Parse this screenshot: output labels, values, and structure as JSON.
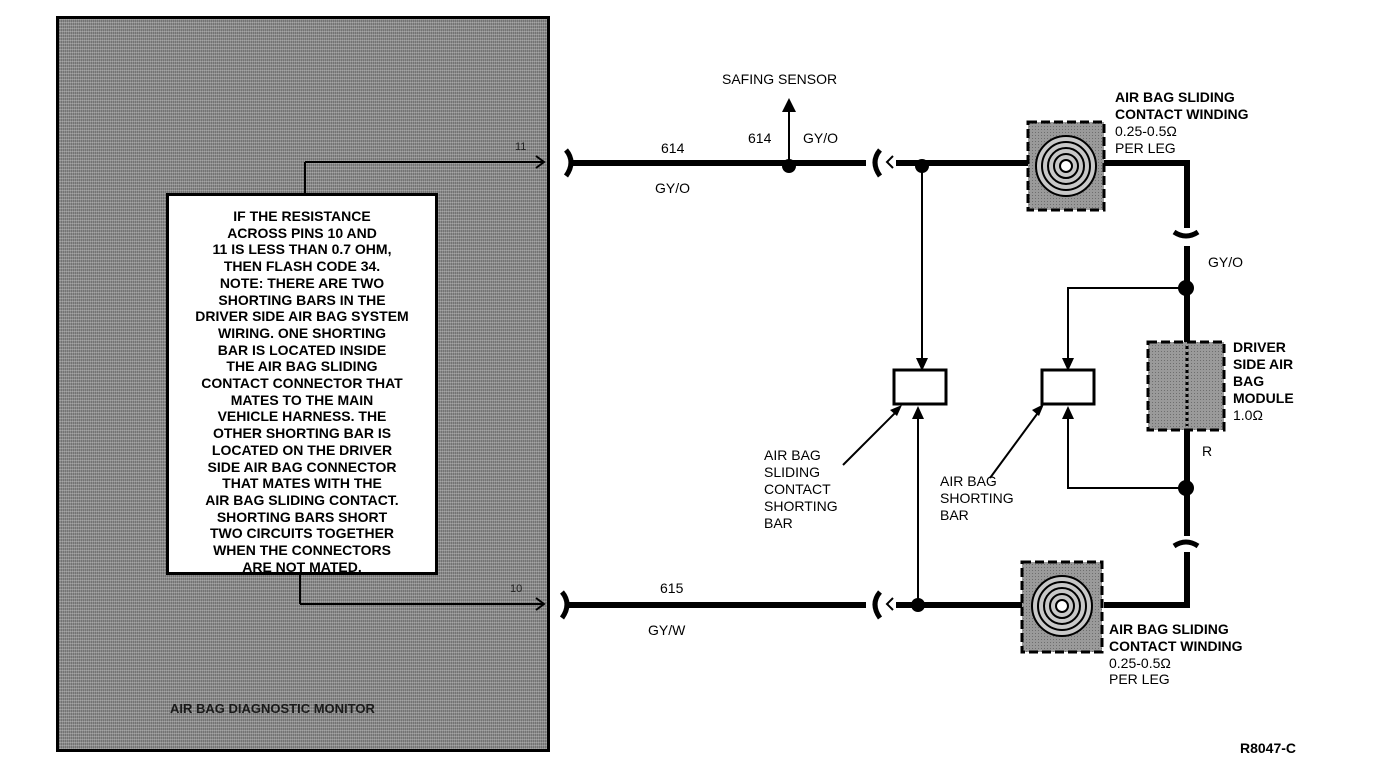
{
  "monitor": {
    "label": "AIR BAG DIAGNOSTIC MONITOR",
    "pin_top": "11",
    "pin_bottom": "10",
    "note_lines": [
      "IF THE RESISTANCE",
      "ACROSS PINS 10 AND",
      "11 IS LESS THAN 0.7 OHM,",
      "THEN FLASH CODE 34.",
      "NOTE: THERE ARE TWO",
      "SHORTING BARS IN THE",
      "DRIVER SIDE AIR BAG SYSTEM",
      "WIRING. ONE SHORTING",
      "BAR IS LOCATED INSIDE",
      "THE AIR BAG SLIDING",
      "CONTACT CONNECTOR THAT",
      "MATES TO THE MAIN",
      "VEHICLE HARNESS. THE",
      "OTHER SHORTING BAR IS",
      "LOCATED ON THE DRIVER",
      "SIDE AIR BAG CONNECTOR",
      "THAT MATES WITH THE",
      "AIR BAG SLIDING CONTACT.",
      "SHORTING BARS SHORT",
      "TWO CIRCUITS TOGETHER",
      "WHEN THE CONNECTORS",
      "ARE NOT MATED."
    ]
  },
  "wires": {
    "safing_sensor": "SAFING SENSOR",
    "circuit_614_left": "614",
    "circuit_614_right": "614",
    "color_gyo_branch": "GY/O",
    "color_gyo_top": "GY/O",
    "circuit_615": "615",
    "color_gyw": "GY/W",
    "color_gyo_right": "GY/O",
    "color_r": "R"
  },
  "components": {
    "winding_top": [
      "AIR BAG SLIDING",
      "CONTACT WINDING",
      "0.25-0.5Ω",
      "PER LEG"
    ],
    "winding_bottom": [
      "AIR BAG SLIDING",
      "CONTACT WINDING",
      "0.25-0.5Ω",
      "PER LEG"
    ],
    "module": [
      "DRIVER",
      "SIDE AIR",
      "BAG",
      "MODULE",
      "1.0Ω"
    ],
    "contact_shorting_bar": [
      "AIR BAG",
      "SLIDING",
      "CONTACT",
      "SHORTING",
      "BAR"
    ],
    "shorting_bar": [
      "AIR BAG",
      "SHORTING",
      "BAR"
    ]
  },
  "figure_id": "R8047-C"
}
